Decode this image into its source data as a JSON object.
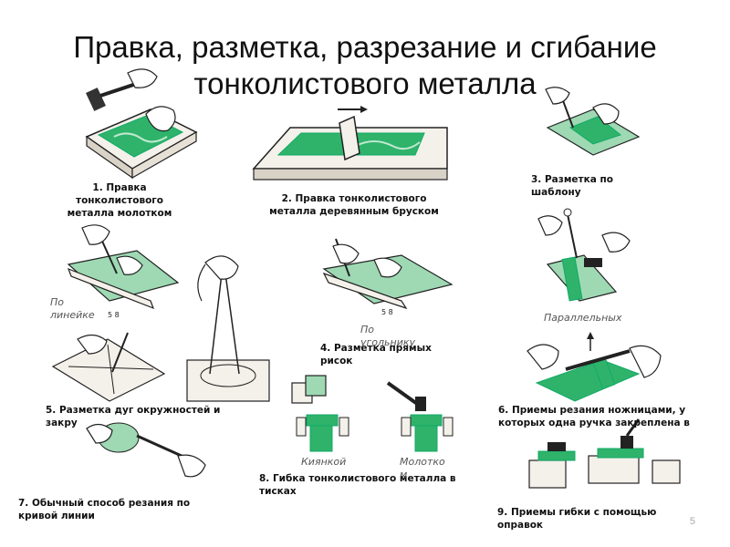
{
  "title_line1": "Правка, разметка, разрезание и сгибание",
  "title_line2": "тонколистового металла",
  "captions": {
    "c1": "1. Правка тонколистового металла молотком",
    "c2": "2. Правка тонколистового металла деревянным бруском",
    "c3": "3. Разметка по шаблону",
    "c4": "4. Разметка прямых рисок",
    "c5": "5. Разметка дуг окружностей и закру",
    "c6": "6. Приемы резания ножницами, у которых одна ручка закреплена в",
    "c7": "7. Обычный способ резания по кривой линии",
    "c8": "8. Гибка тонколистового металла в тисках",
    "c9": "9. Приемы гибки с помощью оправок"
  },
  "notes": {
    "po_lineyke": "По линейке",
    "po_ugolniku": "По угольнику",
    "parallelnykh": "Параллельных",
    "kiyankoy": "Киянкой",
    "molotkom": "Молотко м"
  },
  "ruler_marks": {
    "left": "5  8",
    "mid": "5  8"
  },
  "page_number": "5",
  "colors": {
    "sheet_green": "#2fb36b",
    "sheet_light": "#9ed9b3",
    "wood": "#f4f0ea",
    "ink": "#222222"
  }
}
